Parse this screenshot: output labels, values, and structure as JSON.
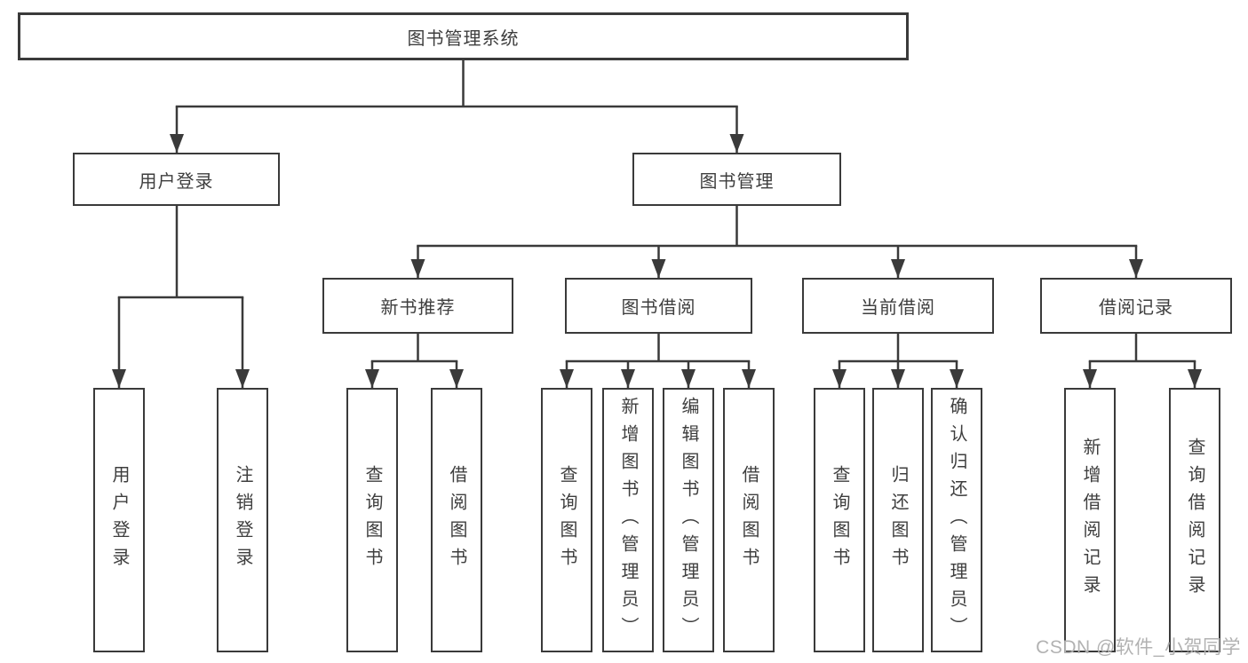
{
  "diagram": {
    "nodes": {
      "root": "图书管理系统",
      "branch_user_login": "用户登录",
      "branch_book_management": "图书管理",
      "sub_new_book_recommend": "新书推荐",
      "sub_book_borrow": "图书借阅",
      "sub_current_borrow": "当前借阅",
      "sub_borrow_records": "借阅记录",
      "leaf_user_login": "用户登录",
      "leaf_logout": "注销登录",
      "leaf_nbr_query_books": "查询图书",
      "leaf_nbr_borrow_books": "借阅图书",
      "leaf_bb_query_books": "查询图书",
      "leaf_bb_add_book_admin": "新增图书（管理员）",
      "leaf_bb_edit_book_admin": "编辑图书（管理员）",
      "leaf_bb_borrow_books": "借阅图书",
      "leaf_cb_query_books": "查询图书",
      "leaf_cb_return_book": "归还图书",
      "leaf_cb_confirm_return_admin": "确认归还（管理员）",
      "leaf_br_add_record": "新增借阅记录",
      "leaf_br_query_record": "查询借阅记录"
    },
    "hierarchy": [
      {
        "parent": "图书管理系统",
        "children": [
          "用户登录",
          "图书管理"
        ]
      },
      {
        "parent": "用户登录",
        "children": [
          "用户登录",
          "注销登录"
        ]
      },
      {
        "parent": "图书管理",
        "children": [
          "新书推荐",
          "图书借阅",
          "当前借阅",
          "借阅记录"
        ]
      },
      {
        "parent": "新书推荐",
        "children": [
          "查询图书",
          "借阅图书"
        ]
      },
      {
        "parent": "图书借阅",
        "children": [
          "查询图书",
          "新增图书（管理员）",
          "编辑图书（管理员）",
          "借阅图书"
        ]
      },
      {
        "parent": "当前借阅",
        "children": [
          "查询图书",
          "归还图书",
          "确认归还（管理员）"
        ]
      },
      {
        "parent": "借阅记录",
        "children": [
          "新增借阅记录",
          "查询借阅记录"
        ]
      }
    ],
    "colors": {
      "line": "#3a3a3a",
      "text": "#3e3e3e",
      "background": "#ffffff",
      "watermark": "#b2b2b2"
    }
  },
  "watermark": {
    "text": "CSDN @软件_小贺同学"
  }
}
